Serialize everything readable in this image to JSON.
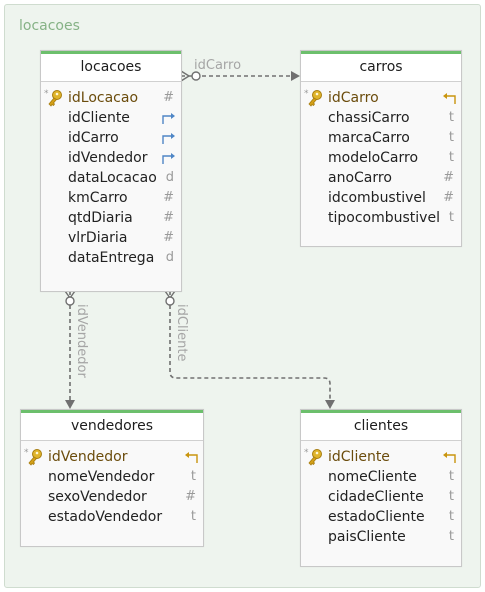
{
  "group": {
    "title": "locacoes"
  },
  "tables": {
    "locacoes": {
      "title": "locacoes",
      "columns": [
        {
          "name": "idLocacao",
          "type": "#",
          "role": "pk"
        },
        {
          "name": "idCliente",
          "type": "",
          "role": "fk"
        },
        {
          "name": "idCarro",
          "type": "",
          "role": "fk"
        },
        {
          "name": "idVendedor",
          "type": "",
          "role": "fk"
        },
        {
          "name": "dataLocacao",
          "type": "d",
          "role": ""
        },
        {
          "name": "kmCarro",
          "type": "#",
          "role": ""
        },
        {
          "name": "qtdDiaria",
          "type": "#",
          "role": ""
        },
        {
          "name": "vlrDiaria",
          "type": "#",
          "role": ""
        },
        {
          "name": "dataEntrega",
          "type": "d",
          "role": ""
        }
      ]
    },
    "carros": {
      "title": "carros",
      "columns": [
        {
          "name": "idCarro",
          "type": "",
          "role": "pk-ref"
        },
        {
          "name": "chassiCarro",
          "type": "t",
          "role": ""
        },
        {
          "name": "marcaCarro",
          "type": "t",
          "role": ""
        },
        {
          "name": "modeloCarro",
          "type": "t",
          "role": ""
        },
        {
          "name": "anoCarro",
          "type": "#",
          "role": ""
        },
        {
          "name": "idcombustivel",
          "type": "#",
          "role": ""
        },
        {
          "name": "tipocombustivel",
          "type": "t",
          "role": ""
        }
      ]
    },
    "vendedores": {
      "title": "vendedores",
      "columns": [
        {
          "name": "idVendedor",
          "type": "",
          "role": "pk-ref"
        },
        {
          "name": "nomeVendedor",
          "type": "t",
          "role": ""
        },
        {
          "name": "sexoVendedor",
          "type": "#",
          "role": ""
        },
        {
          "name": "estadoVendedor",
          "type": "t",
          "role": ""
        }
      ]
    },
    "clientes": {
      "title": "clientes",
      "columns": [
        {
          "name": "idCliente",
          "type": "",
          "role": "pk-ref"
        },
        {
          "name": "nomeCliente",
          "type": "t",
          "role": ""
        },
        {
          "name": "cidadeCliente",
          "type": "t",
          "role": ""
        },
        {
          "name": "estadoCliente",
          "type": "t",
          "role": ""
        },
        {
          "name": "paisCliente",
          "type": "t",
          "role": ""
        }
      ]
    }
  },
  "relations": [
    {
      "label": "idCarro",
      "from": "locacoes",
      "to": "carros"
    },
    {
      "label": "idVendedor",
      "from": "locacoes",
      "to": "vendedores"
    },
    {
      "label": "idCliente",
      "from": "locacoes",
      "to": "clientes"
    }
  ],
  "colors": {
    "header_accent": "#6cbf6c",
    "group_bg": "#eef4ee",
    "edge": "#707070",
    "fk_arrow": "#4f86c6",
    "key": "#d4a017"
  }
}
